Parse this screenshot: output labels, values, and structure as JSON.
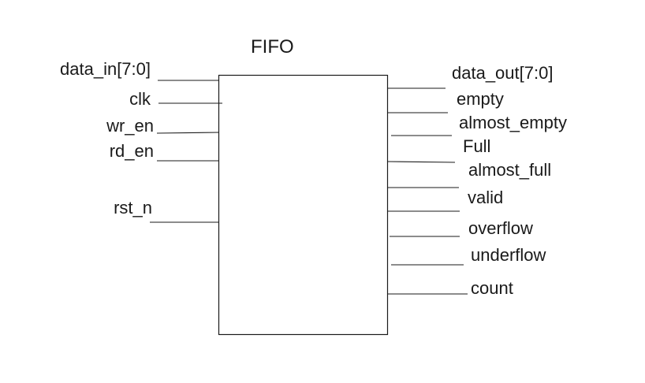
{
  "block": {
    "title": "FIFO"
  },
  "inputs": [
    {
      "label": "data_in[7:0]"
    },
    {
      "label": "clk"
    },
    {
      "label": "wr_en"
    },
    {
      "label": "rd_en"
    },
    {
      "label": "rst_n"
    }
  ],
  "outputs": [
    {
      "label": "data_out[7:0]"
    },
    {
      "label": "empty"
    },
    {
      "label": "almost_empty"
    },
    {
      "label": "Full"
    },
    {
      "label": "almost_full"
    },
    {
      "label": "valid"
    },
    {
      "label": "overflow"
    },
    {
      "label": "underflow"
    },
    {
      "label": "count"
    }
  ],
  "colors": {
    "line": "#1a1a1a",
    "background": "#ffffff"
  }
}
